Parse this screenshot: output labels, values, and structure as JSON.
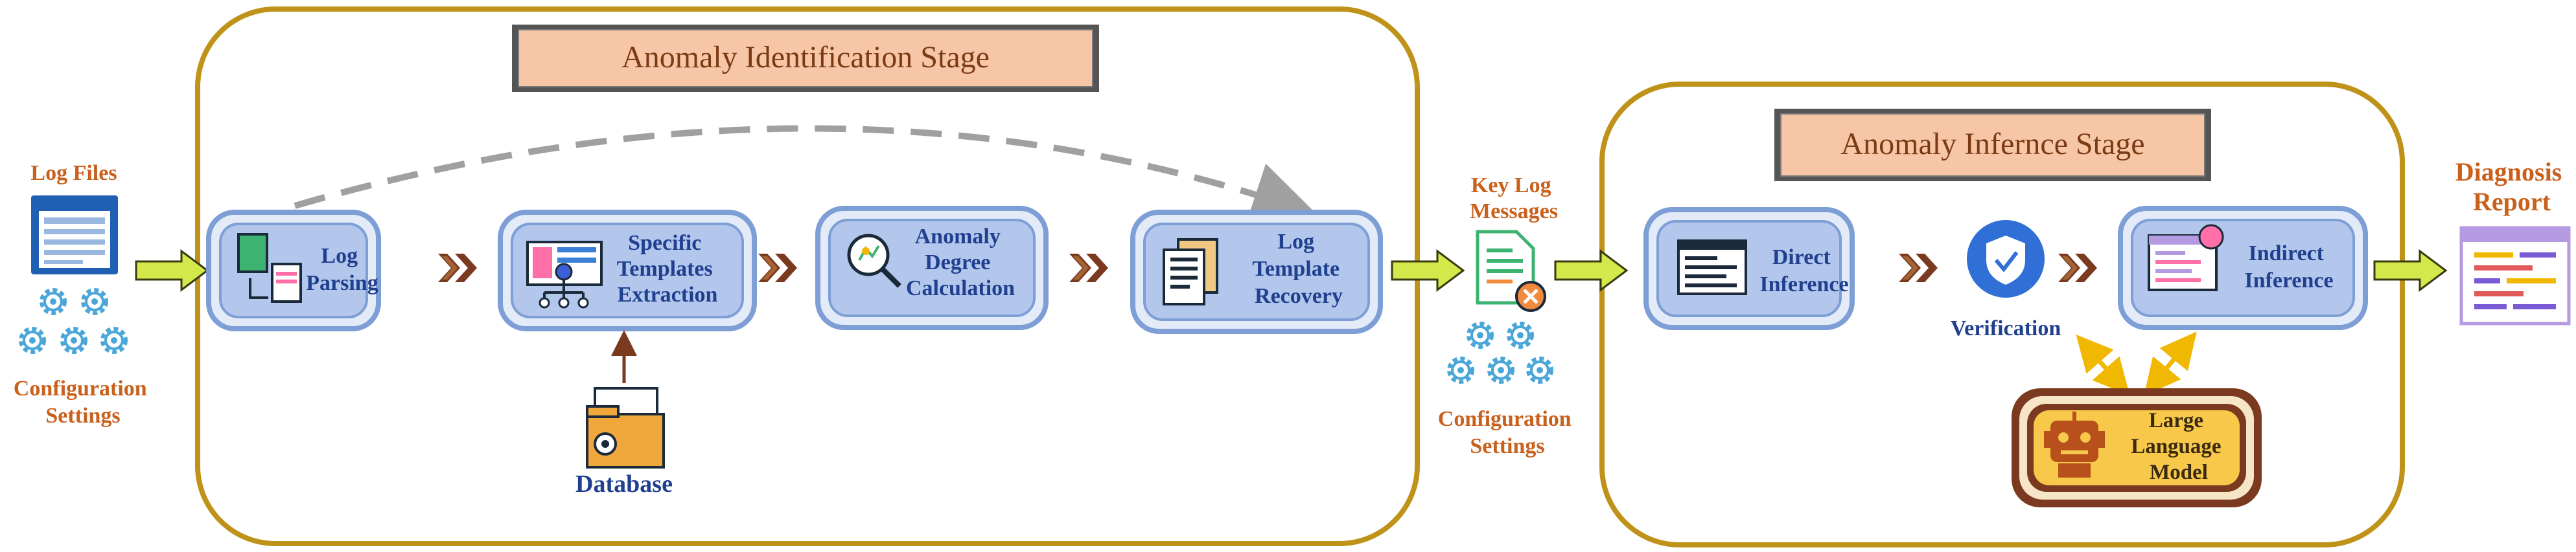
{
  "stages": {
    "identification_title": "Anomaly Identification Stage",
    "inference_title": "Anomaly Infernce Stage"
  },
  "inputs": {
    "log_files": "Log Files",
    "config_left": [
      "Configuration",
      "Settings"
    ],
    "key_log_messages": [
      "Key Log",
      "Messages"
    ],
    "config_mid": [
      "Configuration",
      "Settings"
    ],
    "database": "Database",
    "diagnosis_report": [
      "Diagnosis",
      "Report"
    ]
  },
  "steps": {
    "log_parsing": [
      "Log",
      "Parsing"
    ],
    "template_extraction": [
      "Specific",
      "Templates",
      "Extraction"
    ],
    "anomaly_degree": [
      "Anomaly",
      "Degree",
      "Calculation"
    ],
    "template_recovery": [
      "Log",
      "Template",
      "Recovery"
    ],
    "direct_inference": [
      "Direct",
      "Inference"
    ],
    "verification": "Verification",
    "indirect_inference": [
      "Indirect",
      "Inference"
    ],
    "llm": [
      "Large",
      "Language",
      "Model"
    ]
  },
  "colors": {
    "stage_border": "#bf9219",
    "stage_title_fill": "#f7c6a6",
    "step_fill": "#b3c6ec",
    "step_border": "#7d9fd6",
    "label_orange": "#c9601c",
    "label_blue": "#1f3f8f",
    "arrow_green": "#d3e84a",
    "chevron_brown": "#7b3a1f",
    "llm_fill": "#f7c84a"
  }
}
